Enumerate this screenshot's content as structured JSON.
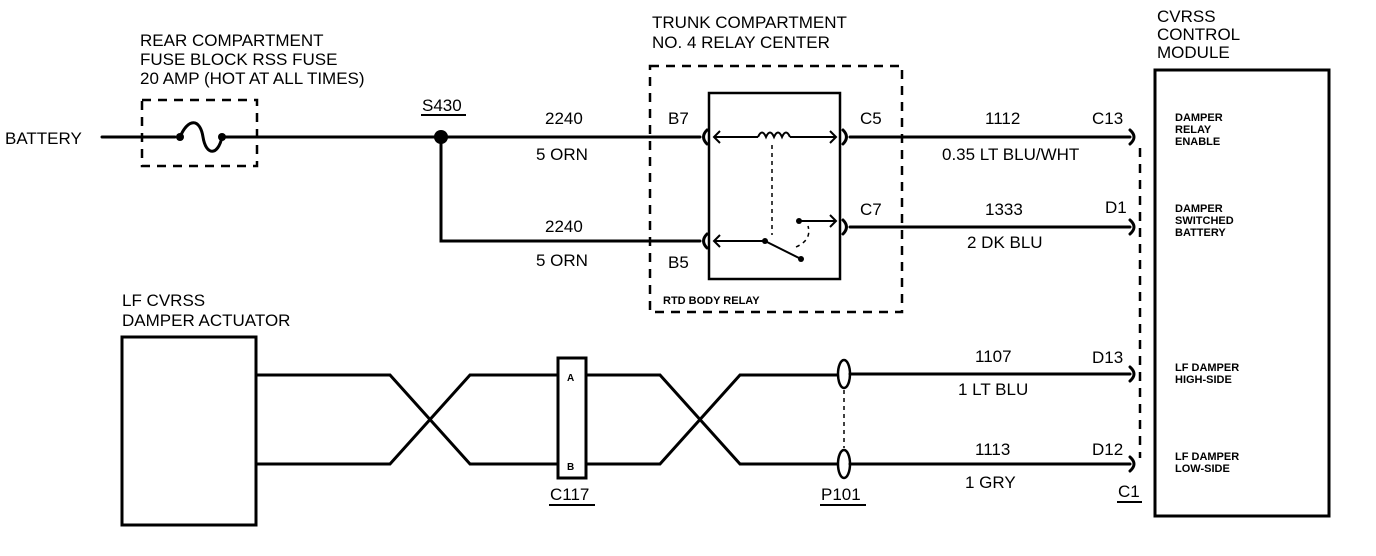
{
  "battery": "BATTERY",
  "fuse": {
    "line1": "REAR COMPARTMENT",
    "line2": "FUSE BLOCK RSS FUSE",
    "line3": "20 AMP (HOT AT ALL TIMES)"
  },
  "splice": "S430",
  "relay_center": {
    "line1": "TRUNK COMPARTMENT",
    "line2": "NO. 4 RELAY CENTER",
    "relay_name": "RTD BODY RELAY",
    "pins": {
      "b7": "B7",
      "b5": "B5",
      "c5": "C5",
      "c7": "C7"
    }
  },
  "module": {
    "line1": "CVRSS",
    "line2": "CONTROL",
    "line3": "MODULE",
    "pins": {
      "c13": "C13",
      "d1": "D1",
      "d13": "D13",
      "d12": "D12"
    },
    "connector": "C1",
    "functions": {
      "damper_relay_enable": [
        "DAMPER",
        "RELAY",
        "ENABLE"
      ],
      "damper_switched_battery": [
        "DAMPER",
        "SWITCHED",
        "BATTERY"
      ],
      "lf_damper_high_side": [
        "LF DAMPER",
        "HIGH-SIDE"
      ],
      "lf_damper_low_side": [
        "LF DAMPER",
        "LOW-SIDE"
      ]
    }
  },
  "actuator": {
    "line1": "LF CVRSS",
    "line2": "DAMPER ACTUATOR"
  },
  "connectors": {
    "c117": "C117",
    "c117_a": "A",
    "c117_b": "B",
    "p101": "P101"
  },
  "wires": {
    "w_b7": {
      "circuit": "2240",
      "desc": "5 ORN"
    },
    "w_b5": {
      "circuit": "2240",
      "desc": "5 ORN"
    },
    "w_c5": {
      "circuit": "1112",
      "desc": "0.35 LT BLU/WHT"
    },
    "w_c7": {
      "circuit": "1333",
      "desc": "2 DK BLU"
    },
    "w_d13": {
      "circuit": "1107",
      "desc": "1 LT BLU"
    },
    "w_d12": {
      "circuit": "1113",
      "desc": "1 GRY"
    }
  }
}
